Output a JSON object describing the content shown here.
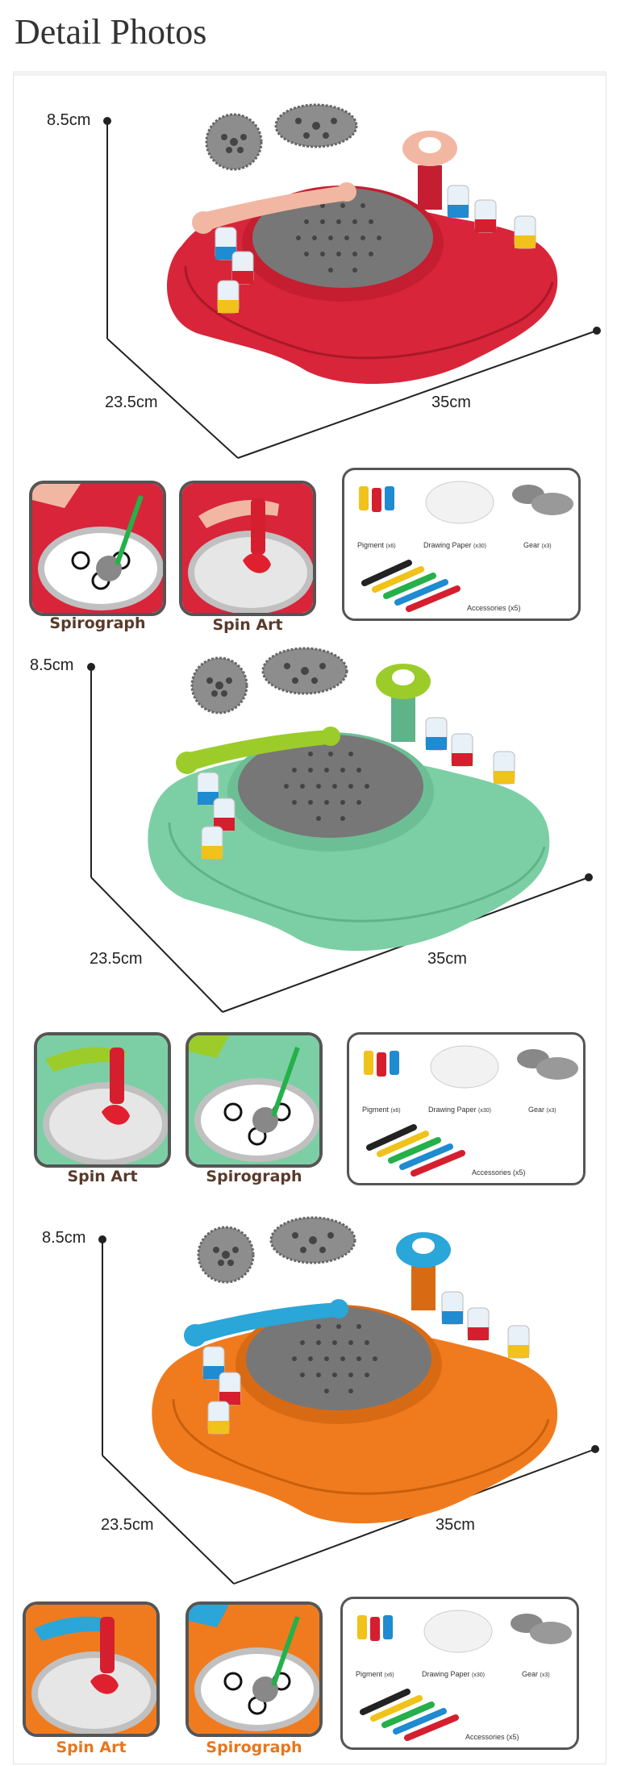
{
  "page": {
    "title": "Detail Photos"
  },
  "dimensions": {
    "height": "8.5cm",
    "depth": "23.5cm",
    "width": "35cm"
  },
  "accessories": {
    "pigment": "Pigment",
    "pigment_qty": "(x6)",
    "paper": "Drawing Paper",
    "paper_qty": "(x30)",
    "gear": "Gear",
    "gear_qty": "(x3)",
    "accessories": "Accessories",
    "accessories_qty": "(x5)"
  },
  "variants": [
    {
      "color": "red",
      "body": "#d8253a",
      "arm": "#f2b7a2",
      "caption_color": "#5a3a2a",
      "thumbs": [
        "Spirograph",
        "Spin Art"
      ]
    },
    {
      "color": "green",
      "body": "#7ccfa4",
      "arm": "#9ccc2a",
      "caption_color": "#5a3a2a",
      "thumbs": [
        "Spin Art",
        "Spirograph"
      ]
    },
    {
      "color": "orange",
      "body": "#f07b1e",
      "arm": "#2aa6d8",
      "caption_color": "#e8761c",
      "thumbs": [
        "Spin Art",
        "Spirograph"
      ]
    }
  ]
}
